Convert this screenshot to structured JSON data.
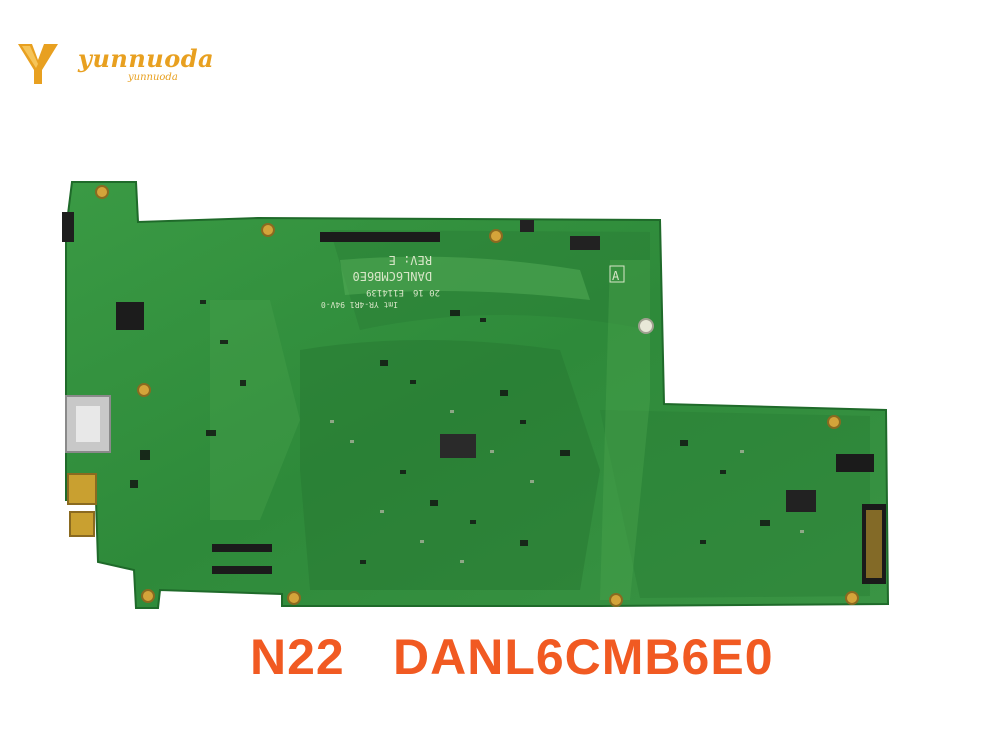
{
  "brand": {
    "name": "yunnuoda",
    "subtitle": "yunnuoda",
    "color": "#e8a020"
  },
  "board": {
    "silkscreen": {
      "part_number": "DANL6CMB6E0",
      "revision": "REV: E",
      "code1": "E114139",
      "code2": "20 16",
      "code3": "Imt YR-4R1 94V-0",
      "marker": "A"
    },
    "pcb_color": "#2f8a3a"
  },
  "caption": {
    "model": "N22",
    "part": "DANL6CMB6E0",
    "color": "#f15a22"
  }
}
